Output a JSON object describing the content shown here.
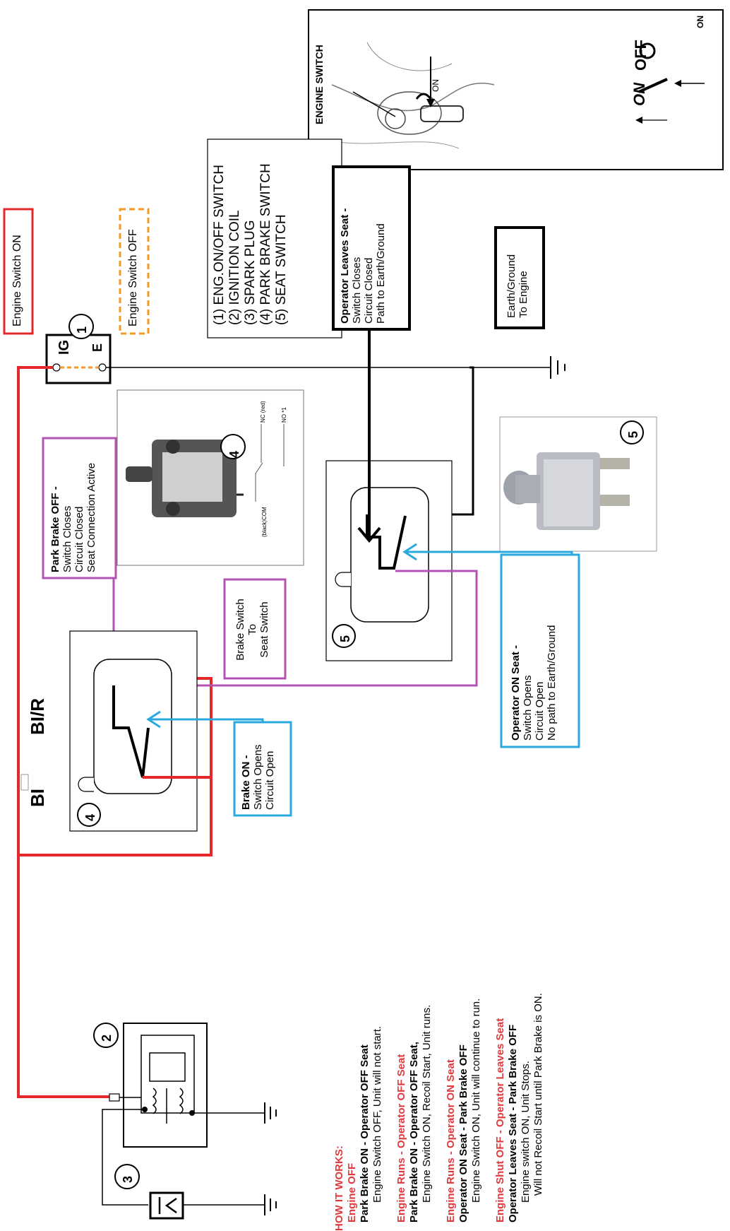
{
  "colors": {
    "red": "#e5262b",
    "black": "#111111",
    "purple": "#b353b3",
    "blue": "#2aa9de",
    "orange": "#f39a24",
    "heading_red": "#e03a3e"
  },
  "tags": {
    "engine_switch_on": "Engine Switch ON",
    "engine_switch_off": "Engine Switch OFF"
  },
  "switch1": {
    "num": "1",
    "ig": "IG",
    "e": "E"
  },
  "legend": [
    "(1) ENG.ON/OFF SWITCH",
    "(2) IGNITION COIL",
    "(3) SPARK PLUG",
    "(4) PARK BRAKE SWITCH",
    "(5) SEAT SWITCH"
  ],
  "engine_switch_photo": {
    "title": "ENGINE SWITCH",
    "off": "OFF",
    "on": "ON",
    "on_arrow": "ON",
    "on_small": "ON"
  },
  "callouts": {
    "operator_leaves": {
      "title": "Operator Leaves Seat -",
      "lines": [
        "Switch Closes",
        "Circuit Closed",
        "Path to Earth/Ground"
      ]
    },
    "earth": {
      "lines": [
        "Earth/Ground",
        "To Engine"
      ]
    },
    "park_brake_off": {
      "title": "Park Brake OFF -",
      "lines": [
        "Switch Closes",
        "Circuit Closed",
        "Seat Connection Active"
      ]
    },
    "brake_to_seat": {
      "lines": [
        "Brake Switch",
        "To",
        "Seat Switch"
      ]
    },
    "operator_on": {
      "title": "Operator ON Seat -",
      "lines": [
        "Switch Opens",
        "Circuit Open",
        "No path to Earth/Ground"
      ]
    },
    "brake_on": {
      "title": "Brake ON -",
      "lines": [
        "Switch Opens",
        "Circuit Open"
      ]
    }
  },
  "photo4": {
    "num": "4",
    "nc": "NC (red)",
    "no": "NO *1",
    "com": "(black)COM"
  },
  "labels": {
    "num2": "2",
    "num3": "3",
    "num4": "4",
    "num5": "5",
    "num5_photo": "5",
    "bl": "BI",
    "blr": "BI/R"
  },
  "how": {
    "heading": "HOW IT WORKS:",
    "sections": [
      {
        "title": "Engine OFF",
        "bold": "Park Brake ON - Operator OFF Seat",
        "detail": "Engine Switch OFF, Unit will not start."
      },
      {
        "title": "Engine Runs - Operator OFF Seat",
        "bold": "Park Brake ON - Operator OFF Seat,",
        "detail": "Engine Switch ON, Recoil Start, Unit runs."
      },
      {
        "title": "Engine Runs - Operator ON Seat",
        "bold": "Operator ON Seat - Park Brake OFF",
        "detail": "Engine Switch ON, Unit will continue to run."
      },
      {
        "title": "Engine Shut OFF - Operator Leaves Seat",
        "bold": "Operator Leaves Seat - Park Brake OFF",
        "detail": "Engine switch ON, Unit Stops.",
        "detail2": "Will not Recoil Start until Park Brake is ON."
      }
    ]
  }
}
